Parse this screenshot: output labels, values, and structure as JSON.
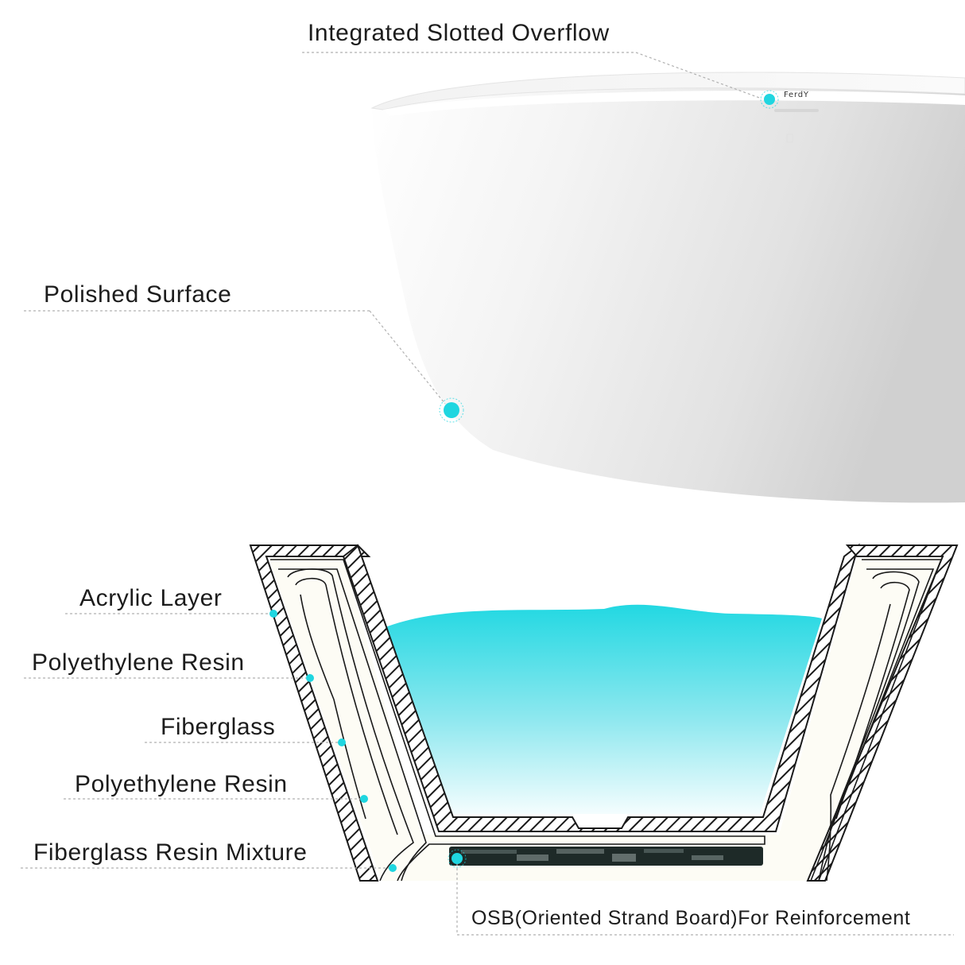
{
  "brand": "FerdY",
  "colors": {
    "accent": "#1fd6e0",
    "leader": "#b0b0b0",
    "hatch": "#1a1a1a",
    "water_top": "#22d8e2"
  },
  "callouts": {
    "overflow": "Integrated Slotted Overflow",
    "surface": "Polished  Surface",
    "acrylic": "Acrylic Layer",
    "pe_resin_1": "Polyethylene Resin",
    "fiberglass": "Fiberglass",
    "pe_resin_2": "Polyethylene Resin",
    "fg_mixture": "Fiberglass Resin Mixture",
    "osb": "OSB(Oriented Strand Board)For Reinforcement"
  }
}
